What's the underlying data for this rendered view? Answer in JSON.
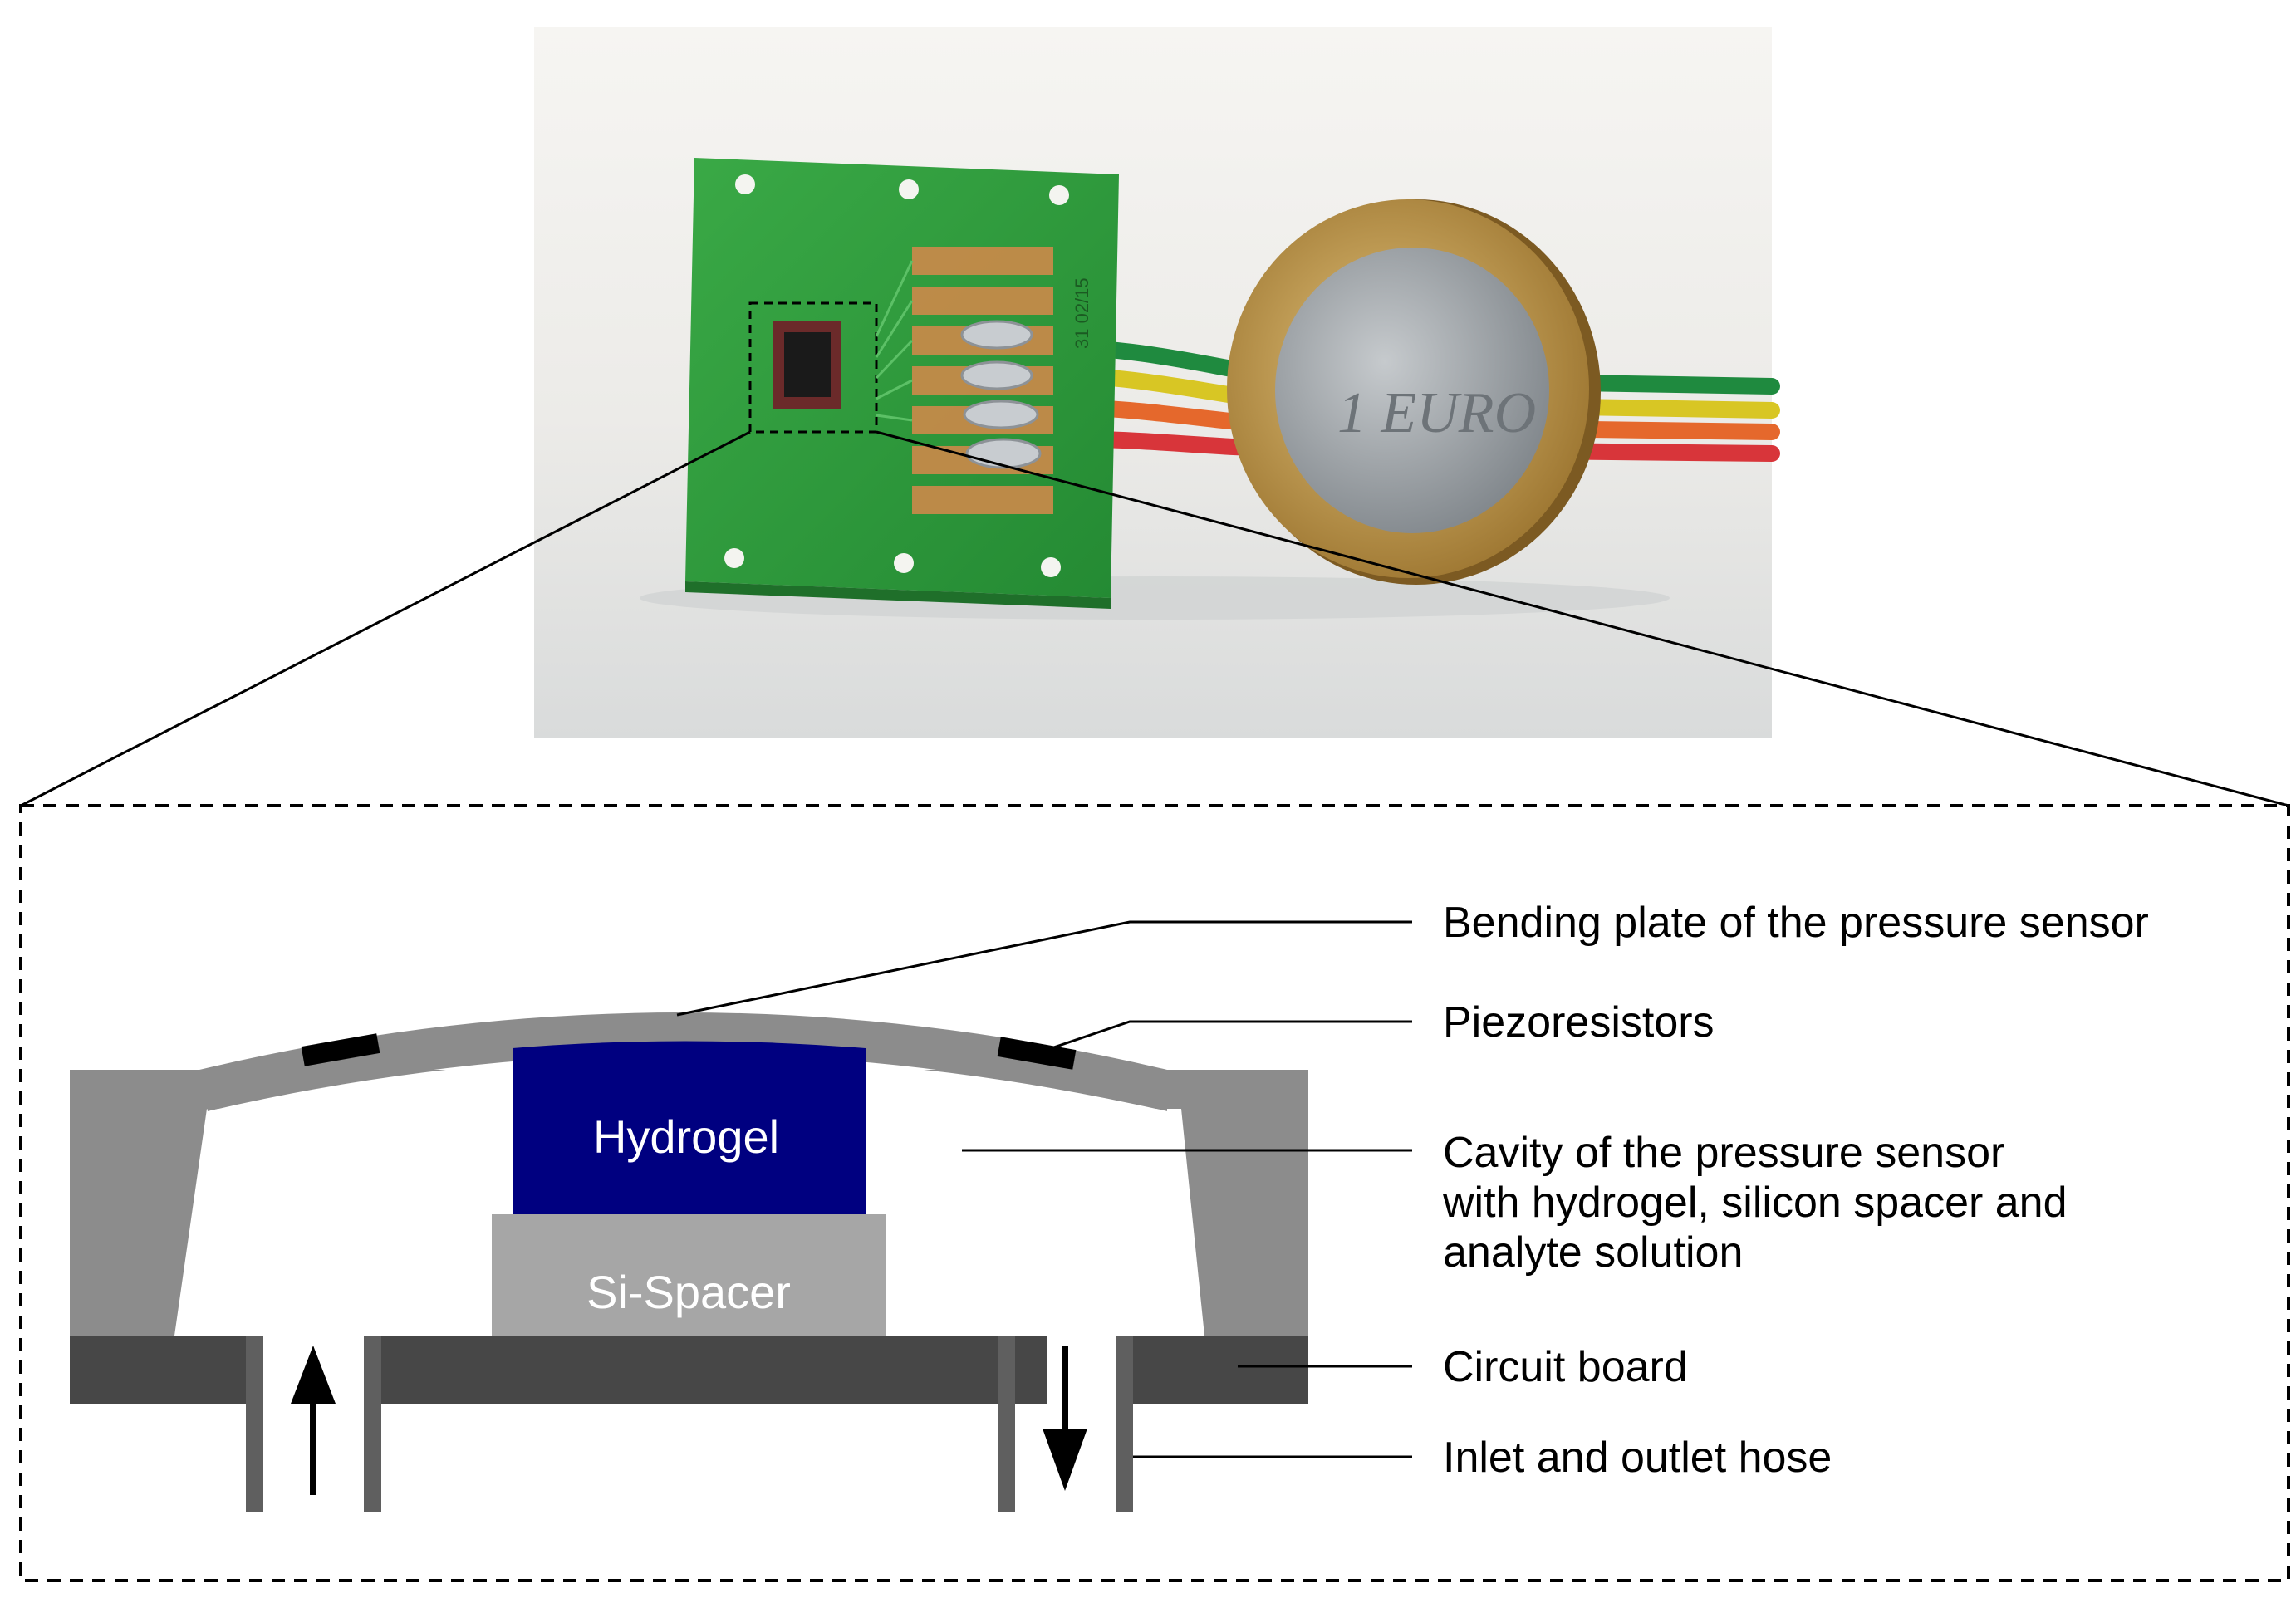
{
  "figure": {
    "labels": {
      "bending_plate": "Bending plate of the pressure sensor",
      "piezoresistors": "Piezoresistors",
      "cavity_line1": "Cavity of the pressure sensor",
      "cavity_line2": "with hydrogel, silicon spacer and",
      "cavity_line3": "analyte solution",
      "circuit_board": "Circuit board",
      "hose": "Inlet and outlet hose"
    },
    "inner": {
      "hydrogel": "Hydrogel",
      "spacer": "Si-Spacer"
    },
    "photo": {
      "coin_text": "1 EURO",
      "board_marking": "31 02/15"
    },
    "colors": {
      "hydrogel": "#000080",
      "spacer": "#a6a6a6",
      "frame": "#8c8c8c",
      "plate": "#8c8c8c",
      "circuit_board": "#474747",
      "pcb_green": "#2f9a3c",
      "copper": "#c98a4a",
      "coin_gold": "#c49a45",
      "coin_silver": "#9ea3a8"
    }
  }
}
